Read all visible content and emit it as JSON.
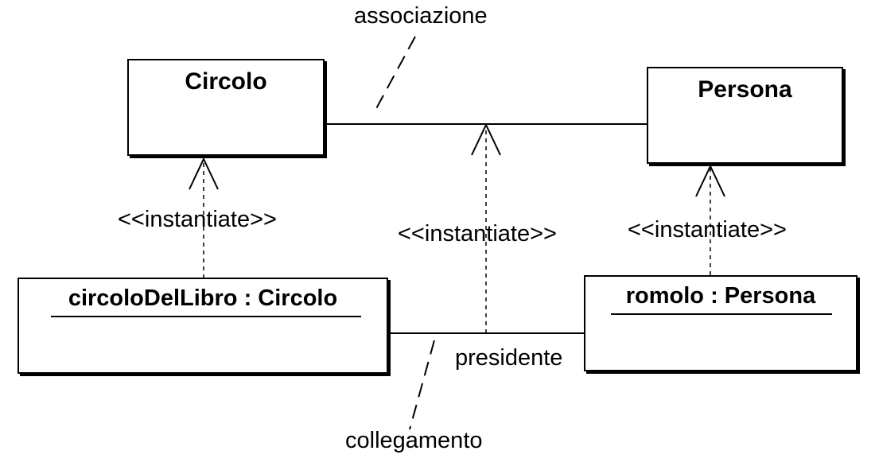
{
  "diagram": {
    "classes": {
      "circolo": "Circolo",
      "persona": "Persona"
    },
    "objects": {
      "circolo_del_libro": "circoloDelLibro : Circolo",
      "romolo": "romolo : Persona"
    },
    "labels": {
      "associazione": "associazione",
      "collegamento": "collegamento",
      "presidente": "presidente",
      "instantiate": "<<instantiate>>"
    }
  }
}
